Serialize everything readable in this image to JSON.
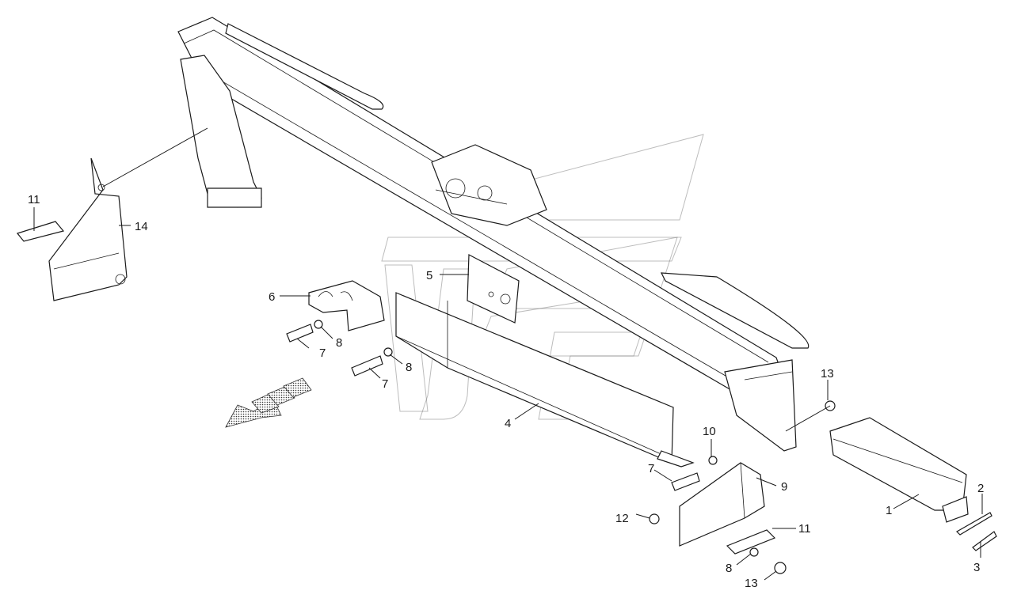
{
  "callouts": [
    {
      "id": "c1",
      "text": "1"
    },
    {
      "id": "c2",
      "text": "2"
    },
    {
      "id": "c3",
      "text": "3"
    },
    {
      "id": "c4",
      "text": "4"
    },
    {
      "id": "c5",
      "text": "5"
    },
    {
      "id": "c6",
      "text": "6"
    },
    {
      "id": "c7a",
      "text": "7"
    },
    {
      "id": "c7b",
      "text": "7"
    },
    {
      "id": "c7c",
      "text": "7"
    },
    {
      "id": "c8a",
      "text": "8"
    },
    {
      "id": "c8b",
      "text": "8"
    },
    {
      "id": "c8c",
      "text": "8"
    },
    {
      "id": "c9",
      "text": "9"
    },
    {
      "id": "c10",
      "text": "10"
    },
    {
      "id": "c11a",
      "text": "11"
    },
    {
      "id": "c11b",
      "text": "11"
    },
    {
      "id": "c12",
      "text": "12"
    },
    {
      "id": "c13a",
      "text": "13"
    },
    {
      "id": "c13b",
      "text": "13"
    },
    {
      "id": "c14",
      "text": "14"
    }
  ]
}
